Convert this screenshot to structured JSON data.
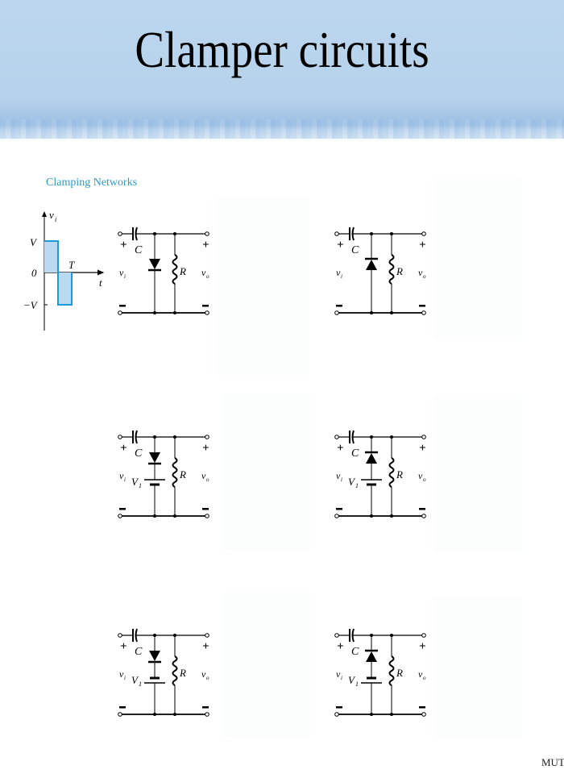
{
  "slide": {
    "title": "Clamper circuits",
    "section_label": "Clamping Networks",
    "footer_text": "MUT",
    "colors": {
      "header_blue": "#b9d4ed",
      "section_label": "#2a9bc4",
      "waveform_fill": "#bcd9f2",
      "waveform_stroke": "#1f9ad6"
    }
  },
  "waveform": {
    "axis_y_label": "v",
    "axis_y_sub": "i",
    "axis_x_label": "t",
    "period_label": "T",
    "level_pos": "V",
    "level_zero": "0",
    "level_neg": "−V"
  },
  "circuits": [
    {
      "id": "c1",
      "diode": "down",
      "battery": "none",
      "labels": {
        "cap": "C",
        "res": "R",
        "vin": "v",
        "vin_sub": "i",
        "vout": "v",
        "vout_sub": "o",
        "plus": "+",
        "minus": "−"
      }
    },
    {
      "id": "c2",
      "diode": "up",
      "battery": "none",
      "labels": {
        "cap": "C",
        "res": "R",
        "vin": "v",
        "vin_sub": "i",
        "vout": "v",
        "vout_sub": "o",
        "plus": "+",
        "minus": "−"
      }
    },
    {
      "id": "c3",
      "diode": "down",
      "battery": "long-top",
      "labels": {
        "cap": "C",
        "res": "R",
        "batt": "V",
        "batt_sub": "1",
        "vin": "v",
        "vin_sub": "i",
        "vout": "v",
        "vout_sub": "o",
        "plus": "+",
        "minus": "−"
      }
    },
    {
      "id": "c4",
      "diode": "up",
      "battery": "long-top",
      "labels": {
        "cap": "C",
        "res": "R",
        "batt": "V",
        "batt_sub": "1",
        "vin": "v",
        "vin_sub": "i",
        "vout": "v",
        "vout_sub": "o",
        "plus": "+",
        "minus": "−"
      }
    },
    {
      "id": "c5",
      "diode": "down",
      "battery": "short-top",
      "labels": {
        "cap": "C",
        "res": "R",
        "batt": "V",
        "batt_sub": "1",
        "vin": "v",
        "vin_sub": "i",
        "vout": "v",
        "vout_sub": "o",
        "plus": "+",
        "minus": "−"
      }
    },
    {
      "id": "c6",
      "diode": "up",
      "battery": "short-top",
      "labels": {
        "cap": "C",
        "res": "R",
        "batt": "V",
        "batt_sub": "1",
        "vin": "v",
        "vin_sub": "i",
        "vout": "v",
        "vout_sub": "o",
        "plus": "+",
        "minus": "−"
      }
    }
  ]
}
